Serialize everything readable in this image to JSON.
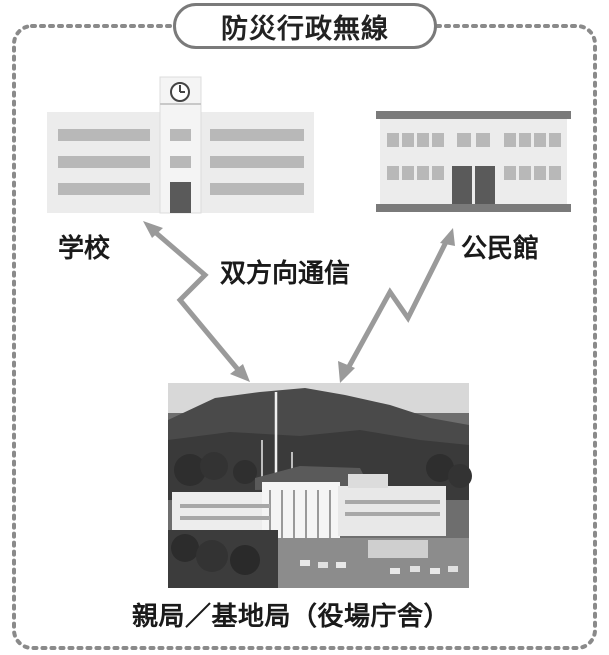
{
  "title": "防災行政無線",
  "nodes": {
    "school": {
      "label": "学校"
    },
    "community_hall": {
      "label": "公民館"
    },
    "base_station": {
      "label": "親局／基地局（役場庁舎）"
    }
  },
  "links": {
    "label": "双方向通信"
  },
  "colors": {
    "frame": "#8a8a8a",
    "arrow": "#9a9a9a",
    "building": "#ececec",
    "window": "#b8b8b8",
    "door": "#5a5a5a",
    "text": "#1a1a1a"
  }
}
